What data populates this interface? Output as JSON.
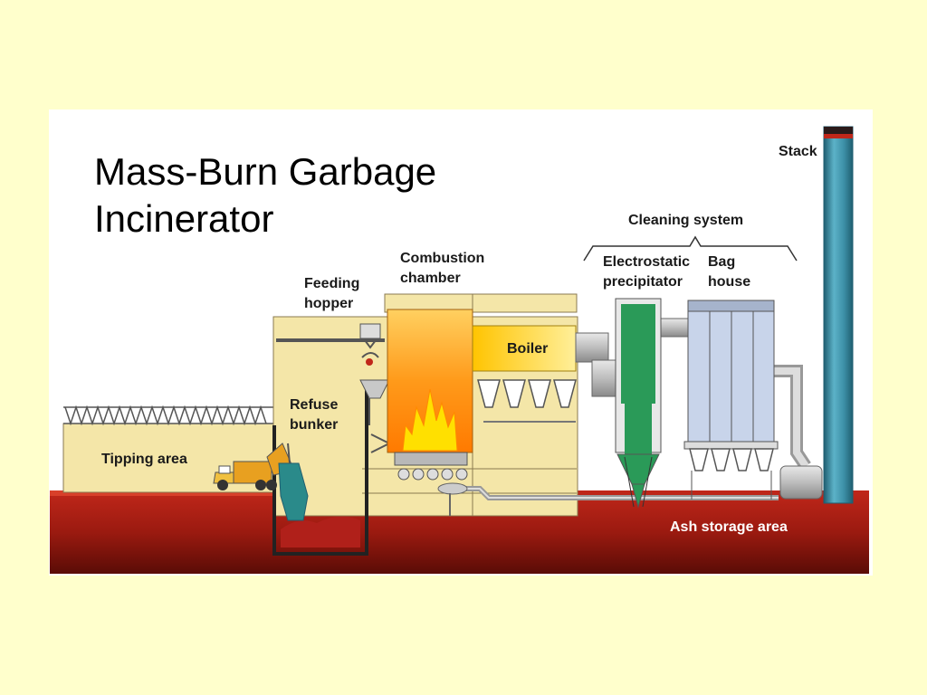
{
  "slide": {
    "title_line1": "Mass-Burn Garbage",
    "title_line2": "Incinerator",
    "background_color": "#ffffcc"
  },
  "diagram": {
    "labels": {
      "stack": "Stack",
      "cleaning_system": "Cleaning system",
      "electrostatic_line1": "Electrostatic",
      "electrostatic_line2": "precipitator",
      "bag_line1": "Bag",
      "bag_line2": "house",
      "combustion_line1": "Combustion",
      "combustion_line2": "chamber",
      "feeding_line1": "Feeding",
      "feeding_line2": "hopper",
      "boiler": "Boiler",
      "refuse_line1": "Refuse",
      "refuse_line2": "bunker",
      "tipping_area": "Tipping area",
      "ash_storage": "Ash storage area"
    },
    "colors": {
      "ground": "#9b1a10",
      "building": "#f4e6a8",
      "fire": "#ff9900",
      "precipitator": "#2a9a58",
      "stack": "#3c8fa6",
      "baghouse": "#c8d4ea",
      "boiler": "#ffd84a"
    }
  }
}
